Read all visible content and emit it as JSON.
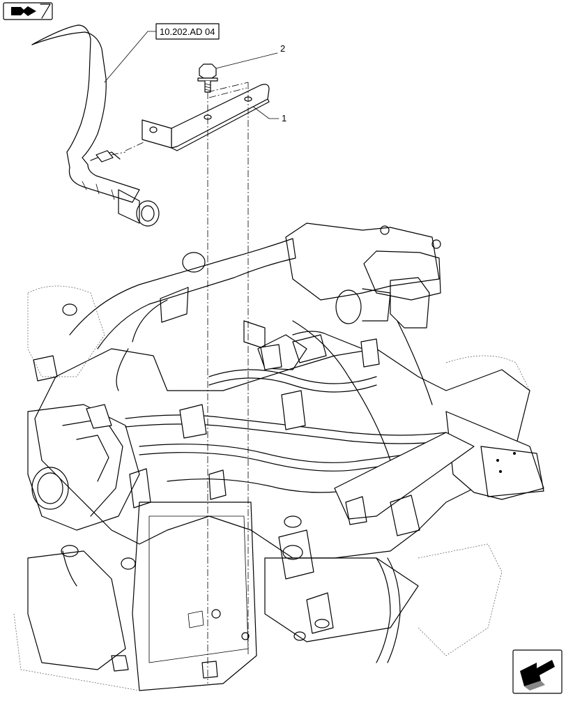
{
  "reference_label": "10.202.AD 04",
  "callouts": [
    {
      "id": "1",
      "text": "1"
    },
    {
      "id": "2",
      "text": "2"
    }
  ],
  "icons": {
    "top_left": "book-arrow-icon",
    "bottom_right": "next-page-arrow-icon"
  }
}
